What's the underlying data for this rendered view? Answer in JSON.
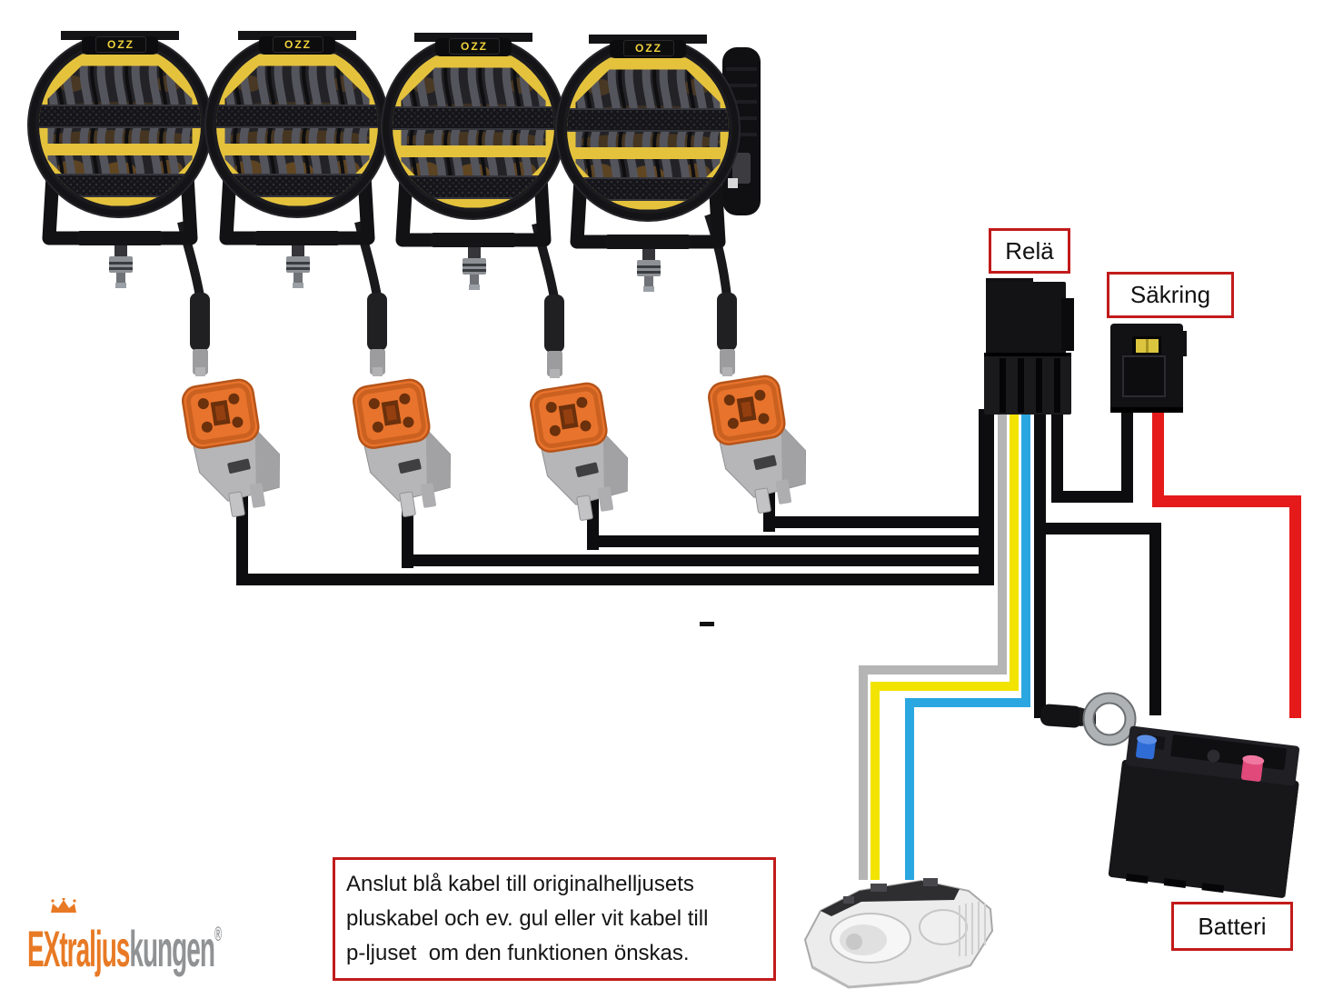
{
  "page": {
    "background": "#ffffff"
  },
  "lamps": {
    "brand_badge": "OZZ",
    "count": 4
  },
  "labels": {
    "relay": "Relä",
    "fuse": "Säkring",
    "battery": "Batteri"
  },
  "note": {
    "lines": [
      "Anslut blå kabel till originalhelljusets",
      "pluskabel och ev. gul eller vit kabel till",
      "p-ljuset  om den funktionen önskas."
    ]
  },
  "logo": {
    "text_primary": "EXtraljus",
    "text_secondary": "kungen",
    "registered_mark": "®"
  },
  "colors": {
    "wire-black": "#0d0d0f",
    "wire-gray": "#b5b5b5",
    "wire-yellow": "#f2e400",
    "wire-blue": "#2aa7e0",
    "wire-red": "#e51a1a",
    "label-border": "#c21b1b",
    "label-text": "#111111",
    "connector-orange": "#e8732c",
    "lamp-yellow": "#e4c23c",
    "badge-yellow": "#f0d23c",
    "fuse-yellow": "#dcc53e",
    "battery-neg": "#2f6cd6",
    "battery-pos": "#e0497a",
    "logo-orange": "#e87a25",
    "logo-gray": "#909294"
  }
}
